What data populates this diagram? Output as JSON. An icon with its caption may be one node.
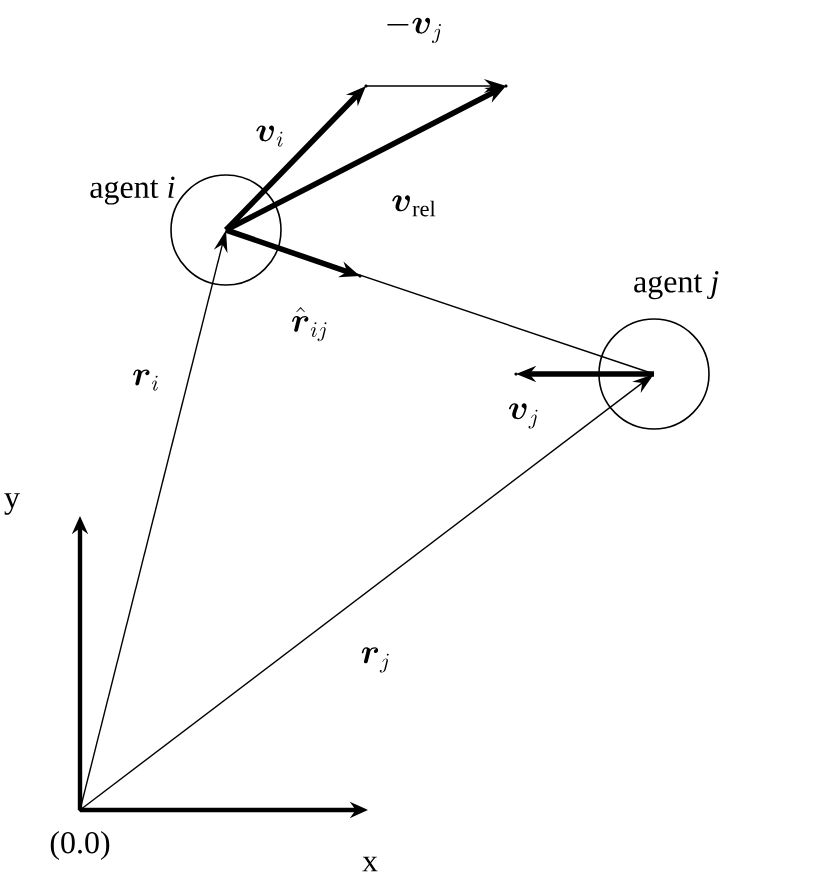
{
  "diagram": {
    "nodes": [
      {
        "text": [
          "agent *i*"
        ]
      },
      {
        "text": [
          "agent *j*"
        ]
      },
      {
        "text": [
          "(0.0)"
        ]
      },
      {
        "text": [],
        "shape": "point"
      },
      {
        "text": [],
        "shape": "point"
      },
      {
        "text": [],
        "shape": "point"
      },
      {
        "text": [],
        "shape": "point"
      }
    ],
    "edges": [
      {
        "from": 2,
        "to": 0,
        "arrow": "to",
        "label": "\\boldsymbol{r}_i"
      },
      {
        "from": 2,
        "to": 1,
        "arrow": "to",
        "label": "\\boldsymbol{r}_j"
      },
      {
        "from": 0,
        "to": 1,
        "arrow": "none"
      },
      {
        "from": 0,
        "to": 3,
        "arrow": "to",
        "style": "thick",
        "label": "\\boldsymbol{v}_i"
      },
      {
        "from": 3,
        "to": 4,
        "arrow": "to",
        "label": "-\\boldsymbol{v}_j"
      },
      {
        "from": 0,
        "to": 4,
        "arrow": "to",
        "style": "thick",
        "label": "\\boldsymbol{v}_{\\mathrm{rel}}"
      },
      {
        "from": 0,
        "to": 5,
        "arrow": "to",
        "style": "thick",
        "label": "\\hat{\\boldsymbol{r}}_{ij}"
      },
      {
        "from": 1,
        "to": 6,
        "arrow": "to",
        "style": "thick",
        "label": "\\boldsymbol{v}_j"
      }
    ],
    "labels": [
      "y",
      "x"
    ]
  }
}
